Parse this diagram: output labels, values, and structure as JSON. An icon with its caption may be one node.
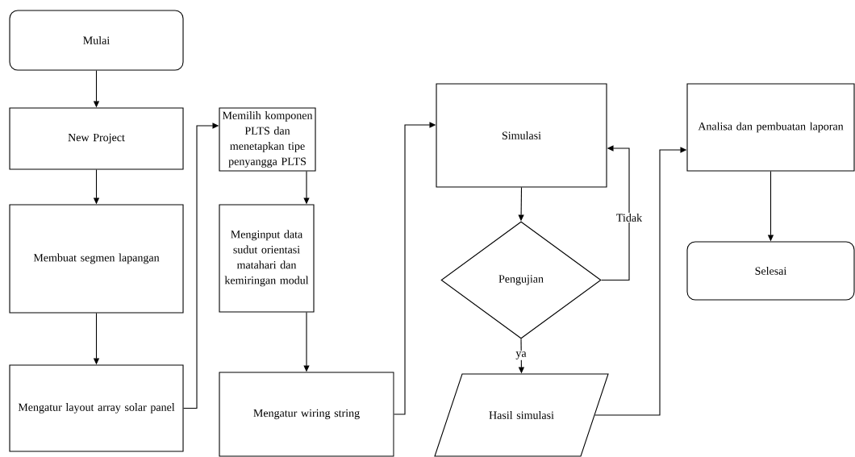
{
  "diagram": {
    "nodes": [
      {
        "text": [
          "Mulai"
        ]
      },
      {
        "text": [
          "New Project"
        ]
      },
      {
        "text": [
          "Membuat segmen lapangan"
        ]
      },
      {
        "text": [
          "Mengatur layout array solar panel"
        ]
      },
      {
        "text": [
          "Memilih komponen PLTS dan menetapkan tipe penyangga PLTS"
        ]
      },
      {
        "text": [
          "Menginput data sudut orientasi matahari dan kemiringan modul"
        ]
      },
      {
        "text": [
          "Mengatur wiring string"
        ]
      },
      {
        "text": [
          "Simulasi"
        ]
      },
      {
        "text": [
          "Pengujian"
        ]
      },
      {
        "text": [
          "Hasil simulasi"
        ]
      },
      {
        "text": [
          "Analisa dan pembuatan laporan"
        ]
      },
      {
        "text": [
          "Selesai"
        ]
      }
    ],
    "edges": [
      {
        "from": 0,
        "to": 1,
        "arrow": "to"
      },
      {
        "from": 1,
        "to": 2,
        "arrow": "to"
      },
      {
        "from": 2,
        "to": 3,
        "arrow": "to"
      },
      {
        "from": 3,
        "to": 4,
        "arrow": "to"
      },
      {
        "from": 4,
        "to": 5,
        "arrow": "to"
      },
      {
        "from": 5,
        "to": 6,
        "arrow": "to"
      },
      {
        "from": 6,
        "to": 7,
        "arrow": "to"
      },
      {
        "from": 7,
        "to": 8,
        "arrow": "to"
      },
      {
        "from": 8,
        "to": 7,
        "arrow": "to",
        "label": "Tidak"
      },
      {
        "from": 8,
        "to": 9,
        "arrow": "to",
        "label": "ya"
      },
      {
        "from": 9,
        "to": 10,
        "arrow": "to"
      },
      {
        "from": 10,
        "to": 11,
        "arrow": "to"
      }
    ]
  }
}
